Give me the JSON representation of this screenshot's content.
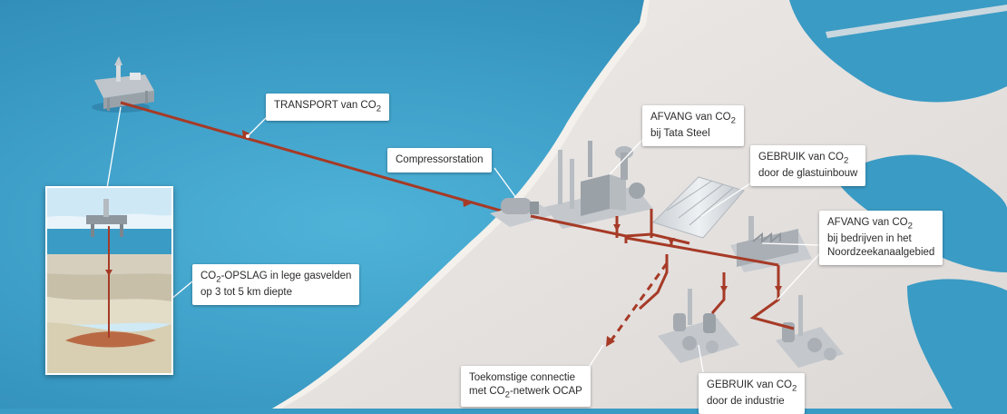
{
  "labels": {
    "transport": {
      "prefix": "TRANSPORT van CO",
      "sub": "2",
      "suffix": ""
    },
    "compressor": {
      "text": "Compressorstation"
    },
    "afvang_tata": {
      "line1_prefix": "AFVANG van CO",
      "line1_sub": "2",
      "line2": "bij Tata Steel"
    },
    "gebruik_glas": {
      "line1_prefix": "GEBRUIK van CO",
      "line1_sub": "2",
      "line2": "door de glastuinbouw"
    },
    "afvang_nzk": {
      "line1_prefix": "AFVANG van CO",
      "line1_sub": "2",
      "line2": "bij bedrijven in het",
      "line3": "Noordzeekanaalgebied"
    },
    "opslag": {
      "line1_prefix": "CO",
      "line1_sub": "2",
      "line1_suffix": "-OPSLAG in lege gasvelden",
      "line2": "op 3 tot 5 km diepte"
    },
    "toekomst": {
      "line1": "Toekomstige connectie",
      "line2_prefix": "met CO",
      "line2_sub": "2",
      "line2_suffix": "-netwerk OCAP"
    },
    "gebruik_industrie": {
      "line1_prefix": "GEBRUIK van CO",
      "line1_sub": "2",
      "line2": "door de industrie"
    }
  },
  "colors": {
    "sea": "#3a9bc4",
    "land": "#e6e3e1",
    "pipeline": "#a63a26",
    "label_bg": "#ffffff",
    "text": "#2b2b2b"
  }
}
